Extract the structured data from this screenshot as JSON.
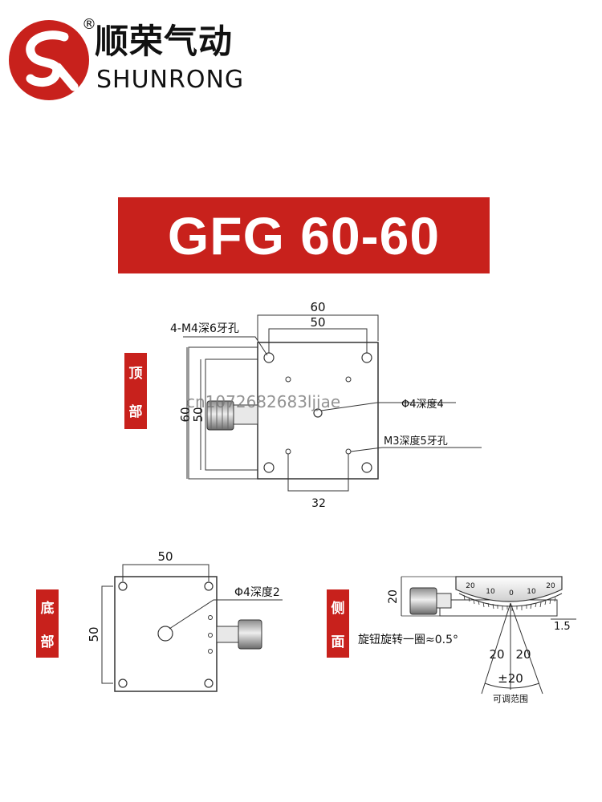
{
  "brand": {
    "name_cn": "顺荣气动",
    "name_en": "SHUNRONG",
    "registered_mark": "®",
    "color": "#c8211c"
  },
  "title": "GFG 60-60",
  "watermark": "cn1072682683ljjae",
  "top_view": {
    "tag": [
      "顶",
      "部"
    ],
    "dim_width_outer": "60",
    "dim_width_inner": "50",
    "dim_height_outer": "60",
    "dim_height_inner": "50",
    "dim_bottom": "32",
    "note_mount_holes": "4-M4深6牙孔",
    "note_center_hole": "Φ4深度4",
    "note_small_holes": "M3深度5牙孔"
  },
  "bottom_view": {
    "tag": [
      "底",
      "部"
    ],
    "dim_width": "50",
    "dim_height": "50",
    "note_center_hole": "Φ4深度2"
  },
  "side_view": {
    "tag": [
      "侧",
      "面"
    ],
    "dim_height": "20",
    "dim_offset": "1.5",
    "scale_labels": [
      "20",
      "10",
      "0",
      "10",
      "20"
    ],
    "note_rotation": "旋钮旋转一圈≈0.5°",
    "angle_left": "20",
    "angle_right": "20",
    "angle_range": "±20",
    "range_caption": "可调范围"
  }
}
